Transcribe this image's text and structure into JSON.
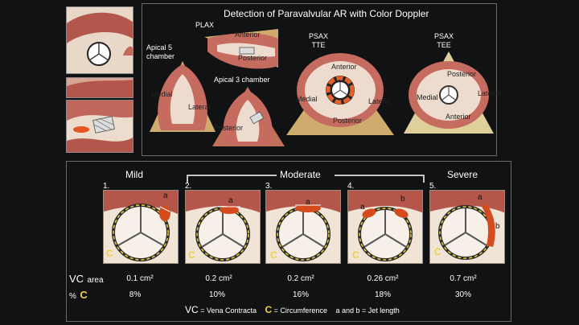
{
  "title": "Detection of Paravalvular AR with Color Doppler",
  "views": {
    "plax": "PLAX",
    "plax_anterior": "Anterior",
    "plax_posterior": "Posterior",
    "apical5": "Apical 5\nchamber",
    "apical5_medial": "Medial",
    "apical5_lateral": "Lateral",
    "apical3": "Apical 3 chamber",
    "apical3_posterior": "Posterior",
    "psax_tte": "PSAX\nTTE",
    "tte_anterior": "Anterior",
    "tte_medial": "Medial",
    "tte_lateral": "Lateral",
    "tte_posterior": "Posterior",
    "psax_tee": "PSAX\nTEE",
    "tee_posterior": "Posterior",
    "tee_medial": "Medial",
    "tee_lateral": "Lateral",
    "tee_anterior": "Anterior"
  },
  "severity": {
    "mild": "Mild",
    "moderate": "Moderate",
    "severe": "Severe"
  },
  "panels": [
    {
      "number": "1.",
      "vc_area": "0.1 cm²",
      "pct_c": "8%"
    },
    {
      "number": "2.",
      "vc_area": "0.2 cm²",
      "pct_c": "10%"
    },
    {
      "number": "3.",
      "vc_area": "0.2 cm²",
      "pct_c": "16%"
    },
    {
      "number": "4.",
      "vc_area": "0.26 cm²",
      "pct_c": "18%"
    },
    {
      "number": "5.",
      "vc_area": "0.7 cm²",
      "pct_c": "30%"
    }
  ],
  "row_labels": {
    "vc": "VC",
    "area": "area",
    "pct": "%",
    "c": "C"
  },
  "jet_labels": {
    "a": "a",
    "b": "b",
    "c": "C"
  },
  "legend": {
    "vc": "VC",
    "vc_text": " = Vena Contracta",
    "c": "C",
    "c_text": " = Circumference",
    "ab_text": "a and b = Jet length"
  },
  "colors": {
    "background": "#111214",
    "tissue": "#e8d7c7",
    "myocardium": "#b5564a",
    "jet": "#d64b1e",
    "c_yellow": "#f2d13a"
  }
}
